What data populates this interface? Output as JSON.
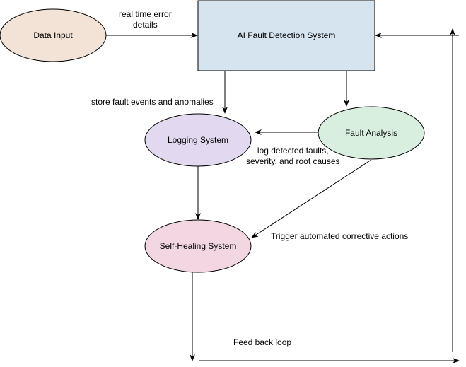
{
  "nodes": {
    "data_input": {
      "label": "Data Input",
      "fill": "#f2e3d6"
    },
    "ai_fault_detection": {
      "label": "AI Fault Detection System",
      "fill": "#d6e4f0"
    },
    "logging_system": {
      "label": "Logging System",
      "fill": "#e2d8f0"
    },
    "fault_analysis": {
      "label": "Fault Analysis",
      "fill": "#d8efdf"
    },
    "self_healing": {
      "label": "Self-Healing System",
      "fill": "#f2d7e3"
    }
  },
  "edge_labels": {
    "realtime_error": "real time error\ndetails",
    "store_faults": "store fault events and anomalies",
    "log_detected": "log detected faults,\nseverity, and root causes",
    "trigger_actions": "Trigger automated corrective actions",
    "feedback_loop": "Feed back loop"
  },
  "colors": {
    "stroke": "#000000"
  }
}
